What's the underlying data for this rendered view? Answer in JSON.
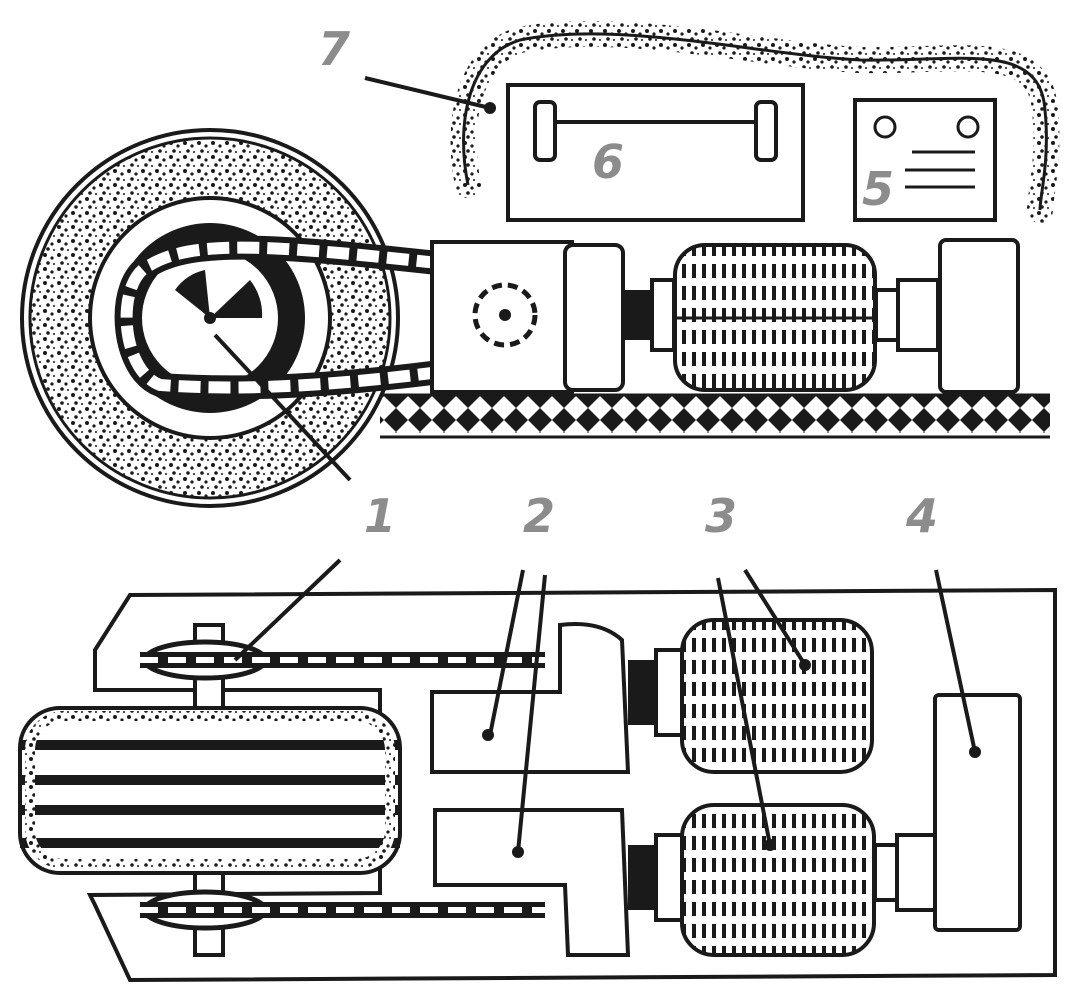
{
  "diagram": {
    "labels": {
      "l1": "1",
      "l2": "2",
      "l3": "3",
      "l4": "4",
      "l5": "5",
      "l6": "6",
      "l7": "7"
    },
    "colors": {
      "ink": "#1a1a1a",
      "label": "#8c8c8c",
      "paper": "#ffffff"
    }
  }
}
